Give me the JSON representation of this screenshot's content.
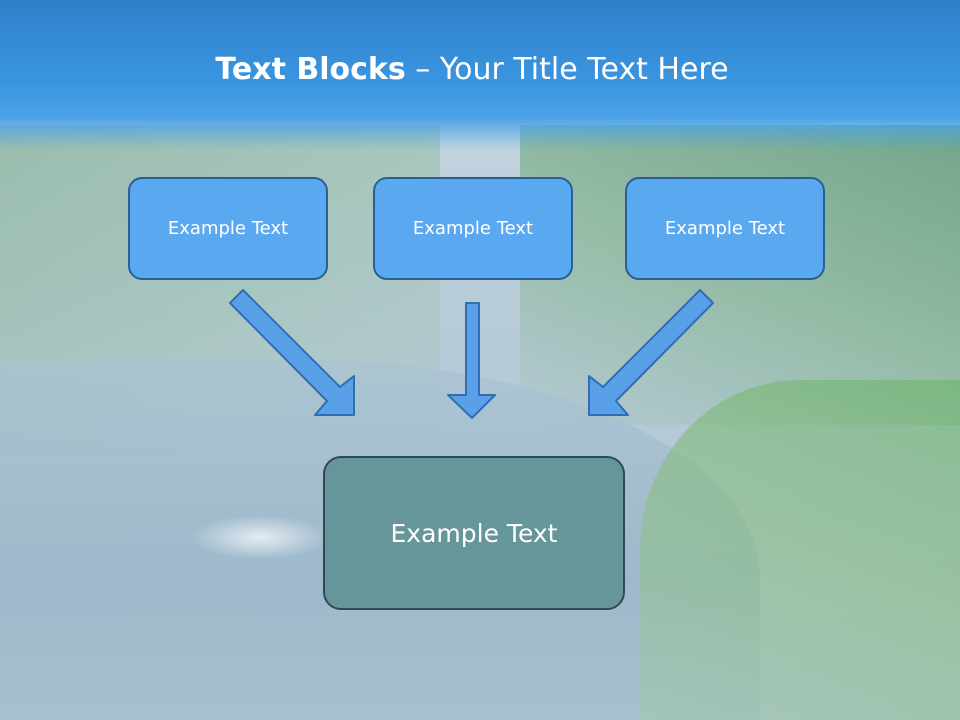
{
  "slide": {
    "title_bold": "Text Blocks",
    "title_dash": " – ",
    "title_rest": "Your Title Text Here"
  },
  "blocks": [
    {
      "label": "Example Text"
    },
    {
      "label": "Example Text"
    },
    {
      "label": "Example Text"
    }
  ],
  "target": {
    "label": "Example Text"
  },
  "colors": {
    "header": "#3a95e0",
    "block_fill": "#5aa8f0",
    "block_border": "#2a5f96",
    "target_fill": "#66969a",
    "arrow_fill": "#5aa0e8"
  }
}
